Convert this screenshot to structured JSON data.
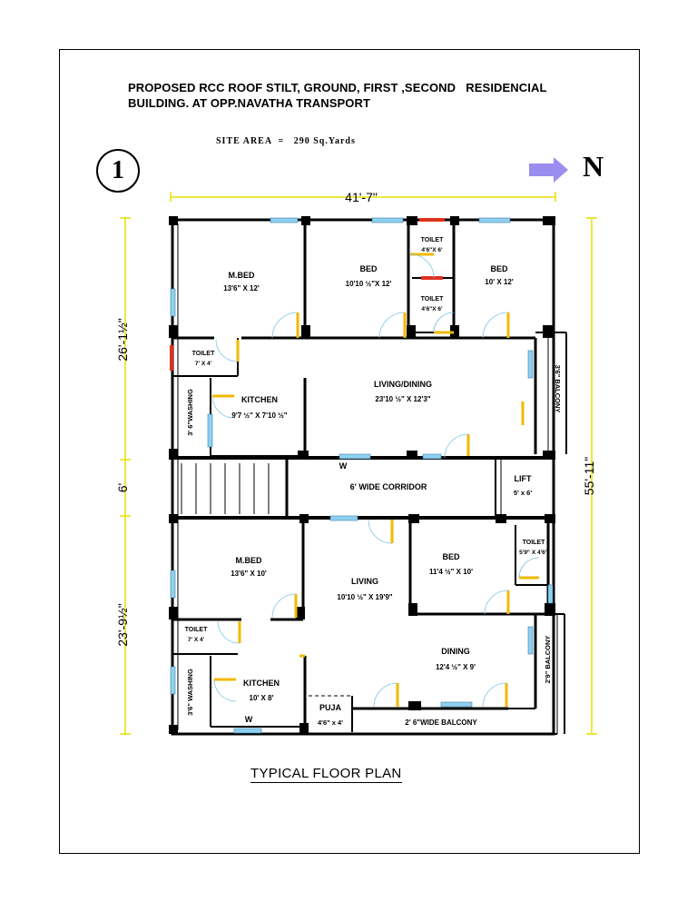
{
  "title_line1": "PROPOSED RCC ROOF STILT, GROUND, FIRST ,SECOND   RESIDENCIAL",
  "title_line2": "BUILDING. AT OPP.NAVATHA TRANSPORT",
  "site_area": "SITE AREA  =   290 Sq.Yards",
  "sheet_number": "1",
  "north_label": "N",
  "plan_title": "TYPICAL FLOOR PLAN",
  "dimensions": {
    "top_width": "41'-7\"",
    "left_upper": "26'-1½\"",
    "left_middle": "6'",
    "left_lower": "23'-9½\"",
    "right_total": "55'-11\""
  },
  "rooms": {
    "upper_mbed": {
      "name": "M.BED",
      "size": "13'6\" X 12'"
    },
    "upper_bed1": {
      "name": "BED",
      "size": "10'10 ½\"X 12'"
    },
    "upper_toilet1": {
      "name": "TOILET",
      "size": "4'6\"X 6'"
    },
    "upper_toilet2": {
      "name": "TOILET",
      "size": "4'6\"X 6'"
    },
    "upper_bed2": {
      "name": "BED",
      "size": "10' X 12'"
    },
    "upper_toilet3": {
      "name": "TOILET",
      "size": "7' X 4'"
    },
    "upper_washing": {
      "name": "3' 6\"WASHING"
    },
    "upper_kitchen": {
      "name": "KITCHEN",
      "size": "9'7 ½\" X 7'10 ½\""
    },
    "upper_living": {
      "name": "LIVING/DINING",
      "size": "23'10 ½\" X 12'3\""
    },
    "upper_balcony": {
      "name": "3'6\" BALCONY"
    },
    "corridor": {
      "name": "6' WIDE CORRIDOR"
    },
    "lift": {
      "name": "LIFT",
      "size": "5' x 6'"
    },
    "lower_mbed": {
      "name": "M.BED",
      "size": "13'6\" X 10'"
    },
    "lower_living": {
      "name": "LIVING",
      "size": "10'10 ½\" X 19'9\""
    },
    "lower_bed": {
      "name": "BED",
      "size": "11'4 ½\" X 10'"
    },
    "lower_toilet_right": {
      "name": "TOILET",
      "size": "5'9\" X 4'6\""
    },
    "lower_toilet_left": {
      "name": "TOILET",
      "size": "7' X 4'"
    },
    "lower_dining": {
      "name": "DINING",
      "size": "12'4 ½\" X 9'"
    },
    "lower_balcony_right": {
      "name": "2'9\" BALCONY"
    },
    "lower_washing": {
      "name": "3'6\" WASHING"
    },
    "lower_kitchen": {
      "name": "KITCHEN",
      "size": "10' X 8'"
    },
    "puja": {
      "name": "PUJA",
      "size": "4'6\" x 4'"
    },
    "lower_balcony_bottom": {
      "name": "2' 6\"WIDE BALCONY"
    },
    "window_mark_upper": "W",
    "window_mark_lower": "W"
  },
  "colors": {
    "wall": "#000000",
    "window": "#8fd0f0",
    "door": "#f2b800",
    "dimension": "#e8e000",
    "north_arrow": "#9b8cf0",
    "vent": "#e03020"
  }
}
